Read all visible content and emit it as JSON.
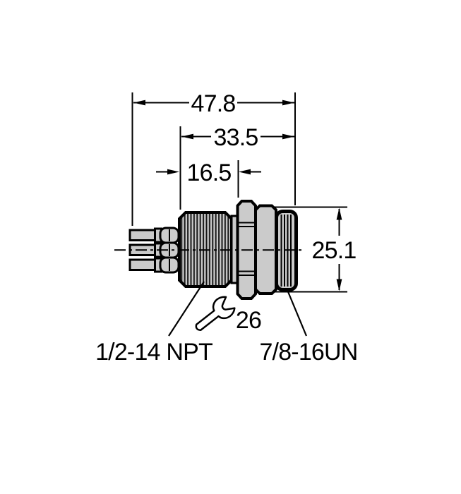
{
  "drawing": {
    "type": "technical-dimension-drawing",
    "subject": "panel-mount connector side view",
    "dimensions": {
      "overall_length": "47.8",
      "mid_length": "33.5",
      "thread_length": "16.5",
      "diameter": "25.1"
    },
    "wrench": {
      "icon": "open-end-wrench-icon",
      "size": "26"
    },
    "labels": {
      "left_thread": "1/2-14 NPT",
      "right_thread": "7/8-16UN"
    },
    "colors": {
      "body_fill": "#cbcbcb",
      "line": "#000000",
      "background": "#ffffff"
    }
  }
}
